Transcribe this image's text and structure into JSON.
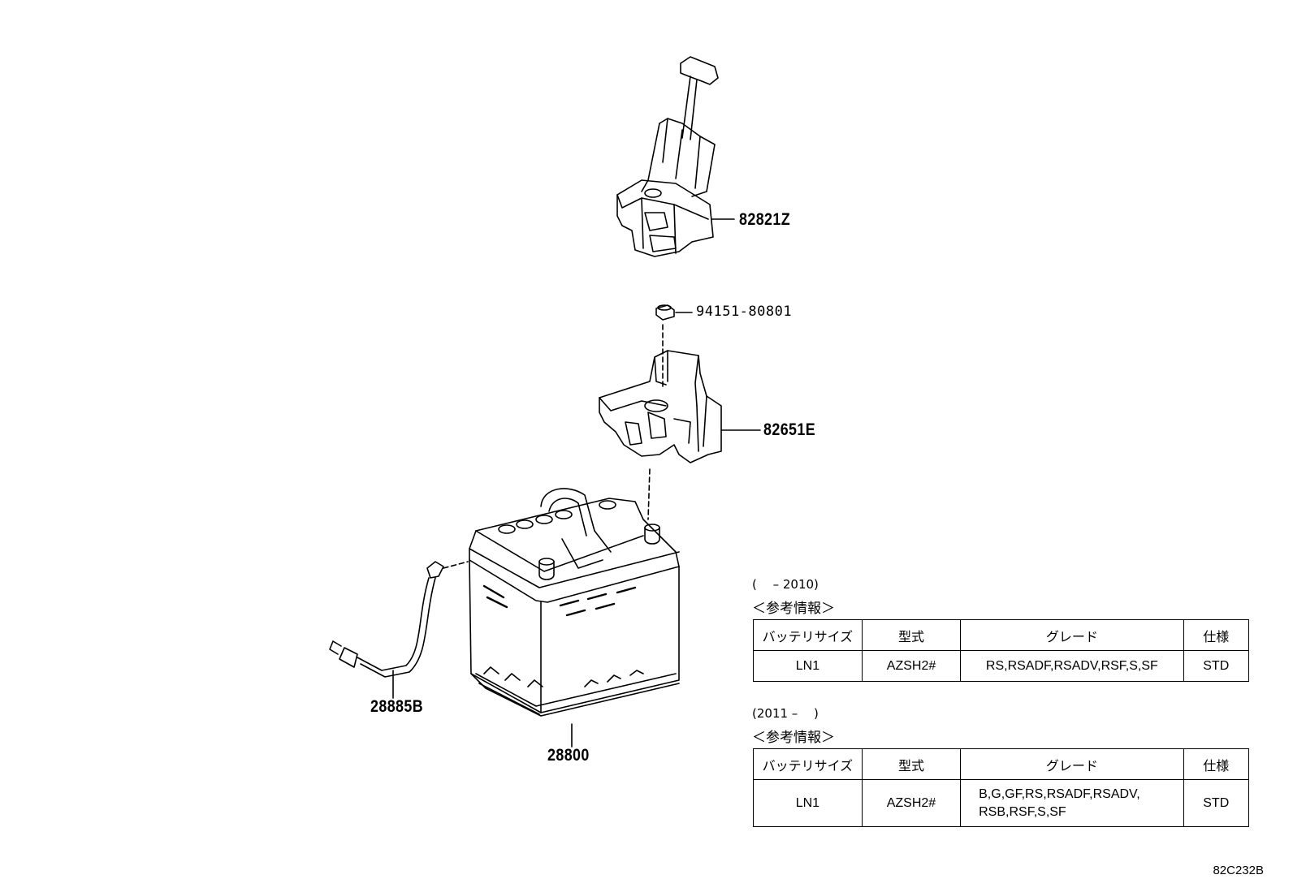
{
  "parts": {
    "hold_down_cover": "82821Z",
    "nut": "94151-80801",
    "fuse_block": "82651E",
    "sensor_cable": "28885B",
    "battery": "28800"
  },
  "table_pre2010": {
    "range": "(　 – 2010)",
    "title": "＜参考情報＞",
    "headers": [
      "バッテリサイズ",
      "型式",
      "グレード",
      "仕様"
    ],
    "row": {
      "size": "LN1",
      "model": "AZSH2#",
      "grade": "RS,RSADF,RSADV,RSF,S,SF",
      "spec": "STD"
    }
  },
  "table_post2011": {
    "range": "(2011 –　 )",
    "title": "＜参考情報＞",
    "headers": [
      "バッテリサイズ",
      "型式",
      "グレード",
      "仕様"
    ],
    "row": {
      "size": "LN1",
      "model": "AZSH2#",
      "grade_line1": "B,G,GF,RS,RSADF,RSADV,",
      "grade_line2": "RSB,RSF,S,SF",
      "spec": "STD"
    }
  },
  "diagram_code": "82C232B"
}
